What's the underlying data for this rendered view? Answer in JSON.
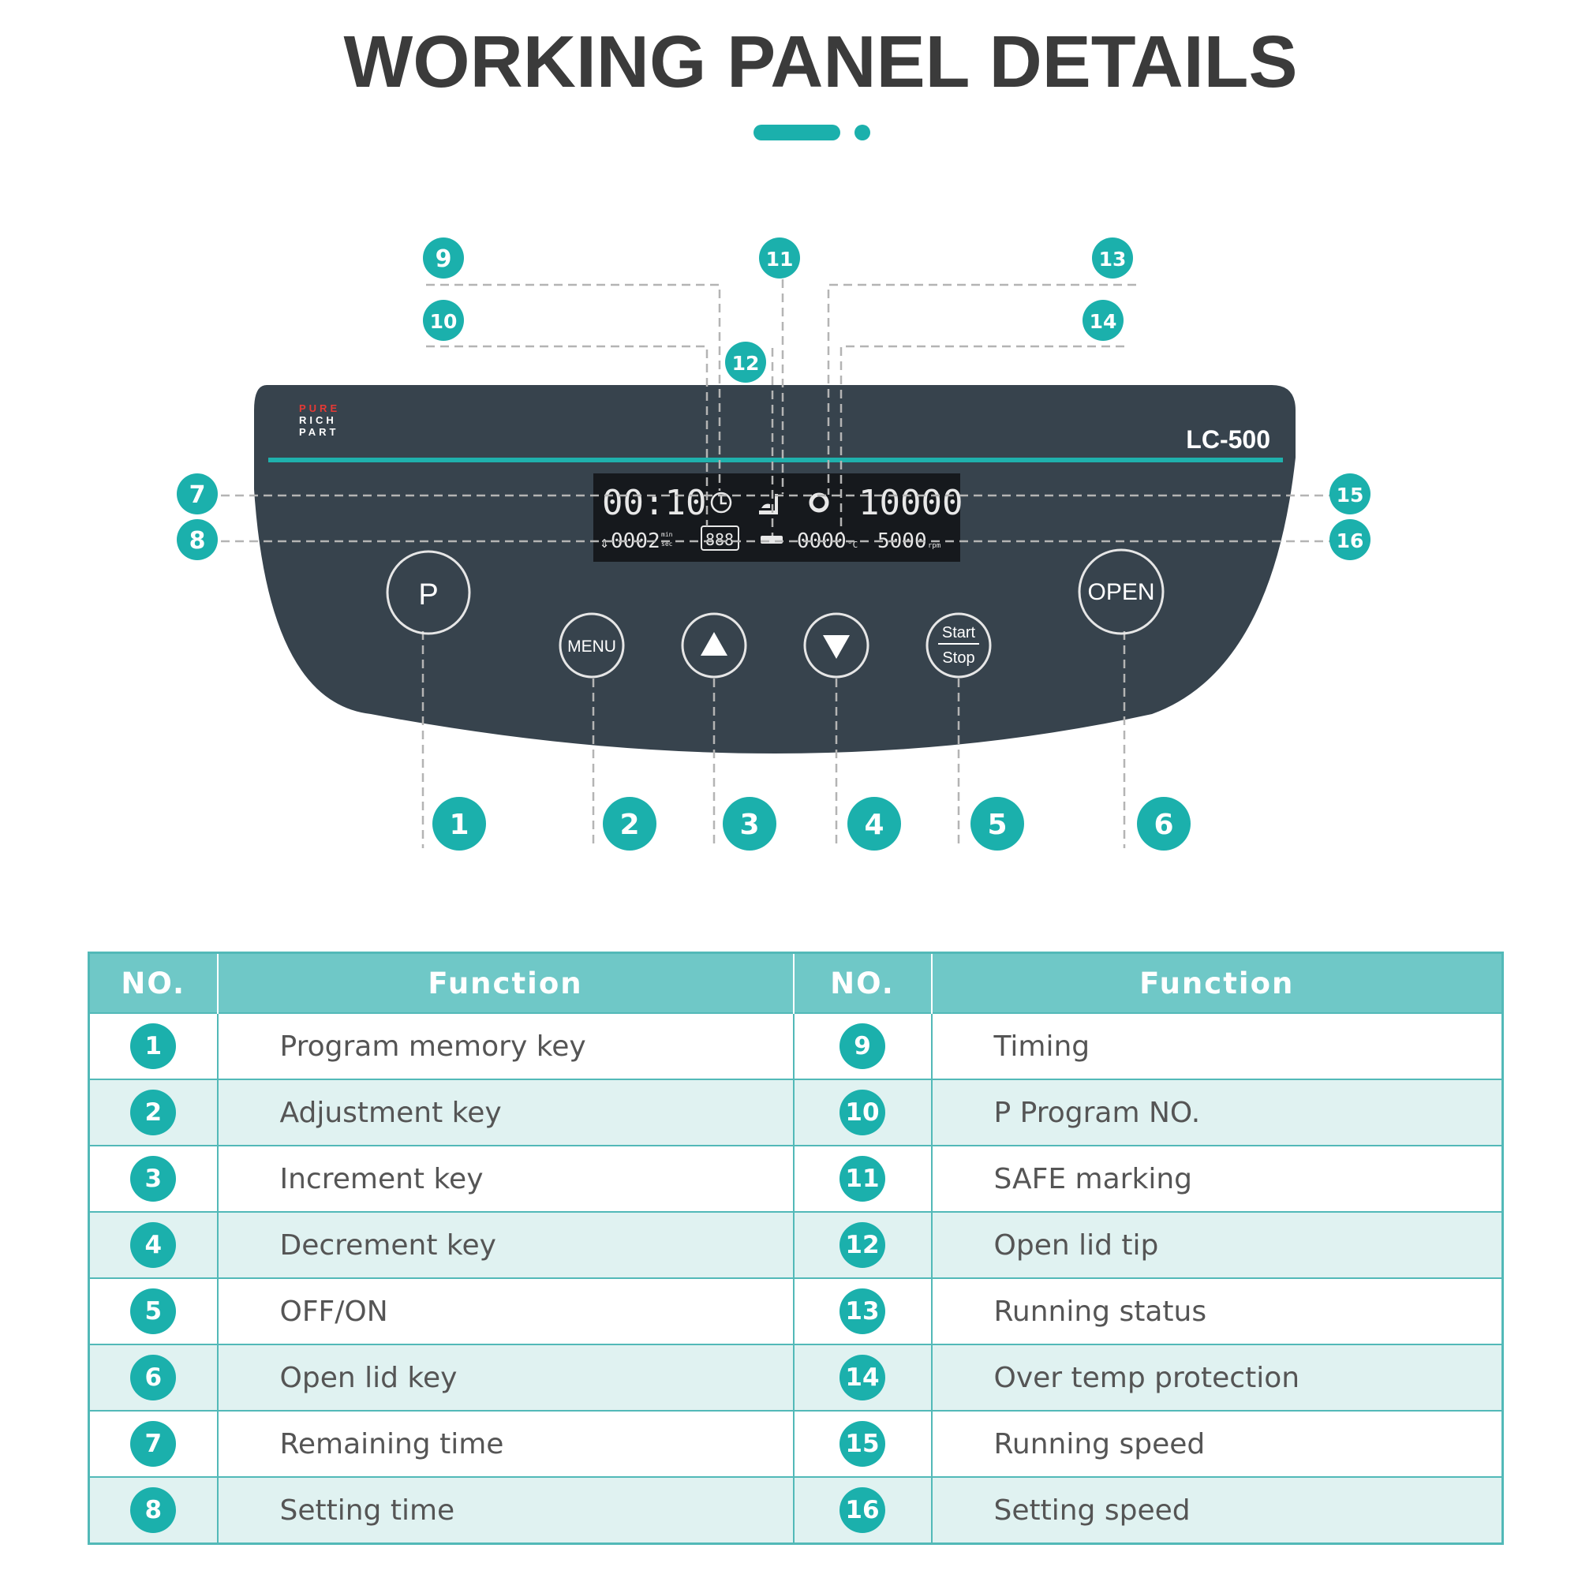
{
  "title": "WORKING PANEL DETAILS",
  "panel": {
    "brand_logo_lines": [
      "PURE",
      "RICH",
      "PART"
    ],
    "model": "LC-500",
    "display": {
      "remaining_time": "00:10",
      "running_speed": "10000",
      "setting_time": "0002",
      "time_units": [
        "min",
        "sec"
      ],
      "program_no": "888",
      "temperature": "0000",
      "temperature_unit": "°C",
      "setting_speed": "5000",
      "speed_unit": "rpm"
    },
    "buttons": {
      "p": "P",
      "menu": "MENU",
      "start": "Start",
      "stop": "Stop",
      "open": "OPEN"
    }
  },
  "callouts": [
    "1",
    "2",
    "3",
    "4",
    "5",
    "6",
    "7",
    "8",
    "9",
    "10",
    "11",
    "12",
    "13",
    "14",
    "15",
    "16"
  ],
  "table": {
    "headers": [
      "NO.",
      "Function",
      "NO.",
      "Function"
    ],
    "rows": [
      {
        "n1": "1",
        "f1": "Program memory key",
        "n2": "9",
        "f2": "Timing"
      },
      {
        "n1": "2",
        "f1": "Adjustment key",
        "n2": "10",
        "f2": "P Program NO."
      },
      {
        "n1": "3",
        "f1": "Increment key",
        "n2": "11",
        "f2": "SAFE marking"
      },
      {
        "n1": "4",
        "f1": "Decrement key",
        "n2": "12",
        "f2": "Open lid tip"
      },
      {
        "n1": "5",
        "f1": "OFF/ON",
        "n2": "13",
        "f2": "Running status"
      },
      {
        "n1": "6",
        "f1": "Open lid key",
        "n2": "14",
        "f2": "Over temp protection"
      },
      {
        "n1": "7",
        "f1": "Remaining time",
        "n2": "15",
        "f2": "Running speed"
      },
      {
        "n1": "8",
        "f1": "Setting time",
        "n2": "16",
        "f2": "Setting speed"
      }
    ]
  },
  "colors": {
    "teal": "#1bb0ac",
    "panel": "#37434d",
    "lcd": "#16191d",
    "header": "#6fc8c7",
    "alt_row": "#e0f2f1"
  }
}
